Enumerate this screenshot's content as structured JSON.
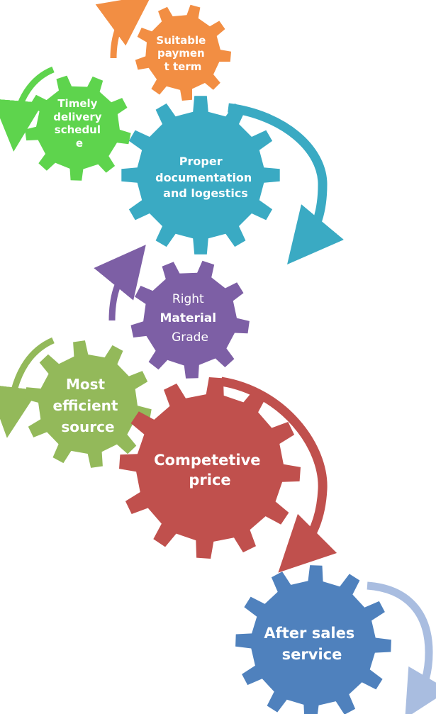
{
  "diagram": {
    "gears": [
      {
        "id": "suitable-payment-term",
        "lines": [
          "Suitable",
          "paymen",
          "t term"
        ],
        "color": "#f28e43"
      },
      {
        "id": "timely-delivery-schedule",
        "lines": [
          "Timely",
          "delivery",
          "schedul",
          "e"
        ],
        "color": "#5ed44d"
      },
      {
        "id": "proper-documentation",
        "lines": [
          "Proper",
          "documentation",
          "and logestics"
        ],
        "color": "#3aaac3"
      },
      {
        "id": "right-material-grade",
        "lines": [
          "Right",
          "Material",
          "Grade"
        ],
        "color": "#7d5fa5"
      },
      {
        "id": "most-efficient-source",
        "lines": [
          "Most",
          "efficient",
          "source"
        ],
        "color": "#93b95a"
      },
      {
        "id": "competetive-price",
        "lines": [
          "Competetive",
          "price"
        ],
        "color": "#c0504d"
      },
      {
        "id": "after-sales-service",
        "lines": [
          "After sales",
          "service"
        ],
        "color": "#4f81bd"
      }
    ],
    "arrow_colors": {
      "orange": "#f28e43",
      "green": "#5ed44d",
      "teal": "#3aaac3",
      "purple": "#7d5fa5",
      "olive": "#93b95a",
      "red": "#c0504d",
      "blue": "#a9bde0"
    }
  }
}
